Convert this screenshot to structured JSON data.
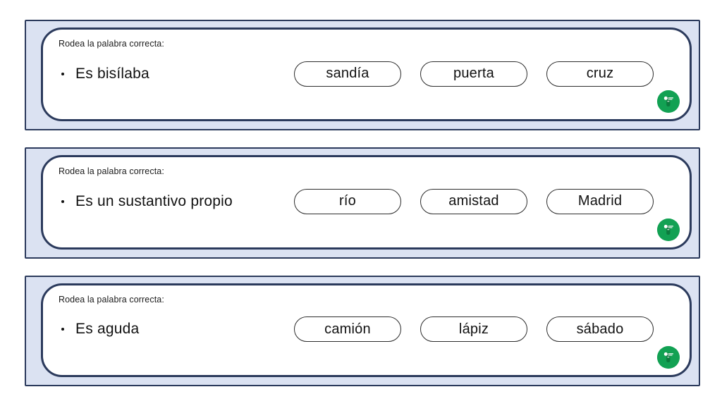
{
  "page": {
    "title": "Rodea la palabra correcta",
    "background_color": "#ffffff",
    "card_band_color": "#dbe2f2",
    "card_border_color": "#2b3a5c",
    "badge_color": "#12a153"
  },
  "exercises": [
    {
      "prompt": "Rodea la palabra correcta:",
      "bullet": "•",
      "question": "Es bisílaba",
      "options": [
        "sandía",
        "puerta",
        "cruz"
      ],
      "badge": "green-logo-badge-icon"
    },
    {
      "prompt": "Rodea la palabra correcta:",
      "bullet": "•",
      "question": "Es un sustantivo propio",
      "options": [
        "río",
        "amistad",
        "Madrid"
      ],
      "badge": "green-logo-badge-icon"
    },
    {
      "prompt": "Rodea la palabra correcta:",
      "bullet": "•",
      "question": "Es aguda",
      "options": [
        "camión",
        "lápiz",
        "sábado"
      ],
      "badge": "green-logo-badge-icon"
    }
  ]
}
